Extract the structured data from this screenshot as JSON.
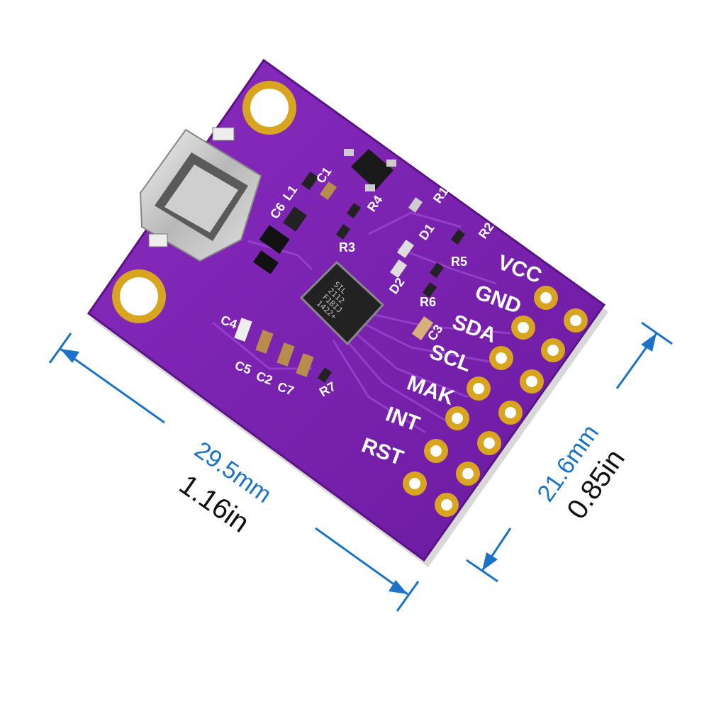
{
  "dimensions": {
    "width_mm": "29.5mm",
    "width_in": "1.16in",
    "height_mm": "21.6mm",
    "height_in": "0.85in"
  },
  "board": {
    "color": "#7a1fb0",
    "chip_marking": [
      "SIL",
      "2112",
      "F1BIJ",
      "1422+"
    ],
    "pin_labels": [
      "VCC",
      "GND",
      "SDA",
      "SCL",
      "MAK",
      "INT",
      "RST"
    ],
    "component_labels": {
      "c1": "C1",
      "l1": "L1",
      "c6": "C6",
      "r4": "R4",
      "r3": "R3",
      "r1": "R1",
      "r2": "R2",
      "d1": "D1",
      "r5": "R5",
      "d2": "D2",
      "r6": "R6",
      "c3": "C3",
      "c4": "C4",
      "c5": "C5",
      "c2": "C2",
      "c7": "C7",
      "r7": "R7"
    }
  },
  "colors": {
    "dimension_arrow": "#1a73c8",
    "pcb": "#7a1fb0",
    "gold": "#d9a520"
  }
}
